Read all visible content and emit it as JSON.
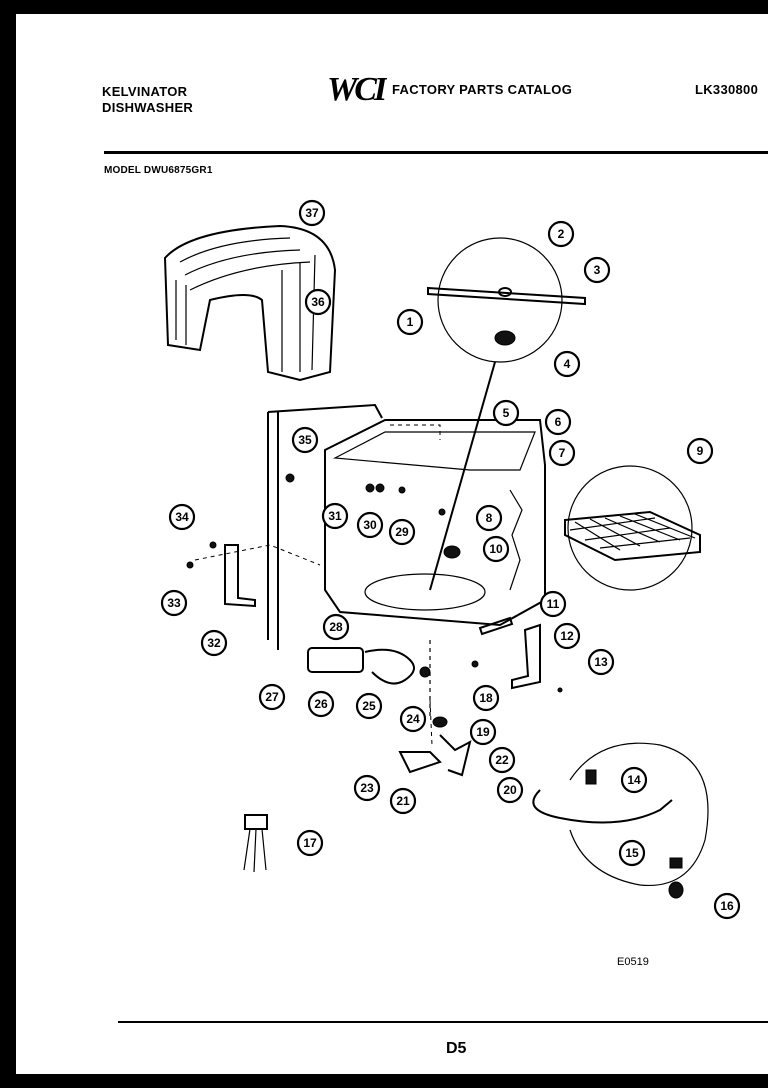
{
  "header": {
    "brand": "KELVINATOR",
    "product": "DISHWASHER",
    "logo_text": "WCI",
    "catalog_title": "FACTORY PARTS CATALOG",
    "catalog_code": "LK330800"
  },
  "model_line": "MODEL DWU6875GR1",
  "diagram": {
    "callouts": [
      "1",
      "2",
      "3",
      "4",
      "5",
      "6",
      "7",
      "8",
      "9",
      "10",
      "11",
      "12",
      "13",
      "14",
      "15",
      "16",
      "17",
      "19",
      "20",
      "21",
      "22",
      "23",
      "24",
      "25",
      "26",
      "27",
      "28",
      "29",
      "30",
      "31",
      "32",
      "33",
      "34",
      "35",
      "36",
      "37"
    ],
    "callout_18": "18",
    "reference_code": "E0519"
  },
  "footer": {
    "page_number": "D5"
  }
}
